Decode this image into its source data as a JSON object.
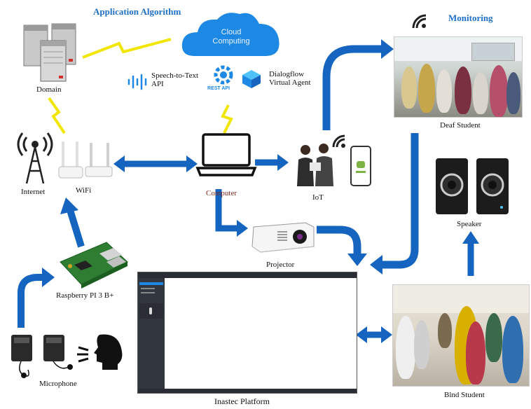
{
  "header": {
    "app_algorithm": "Application Algorithm",
    "monitoring": "Monitoring"
  },
  "cloud": {
    "line1": "Cloud",
    "line2": "Computing"
  },
  "apis": {
    "speech": "Speech-to-Text\nAPI",
    "rest": "REST API",
    "dialogflow": "Dialogflow\nVirtual Agent"
  },
  "nodes": {
    "domain": "Domain",
    "internet": "Internet",
    "wifi": "WiFi",
    "computer": "Computer",
    "iot": "IoT",
    "projector": "Projector",
    "raspberry": "Raspberry PI 3 B+",
    "microphone": "Microphone",
    "platform": "Inastec Platform",
    "deaf": "Deaf Student",
    "blind": "Blnd Student",
    "speaker": "Speaker"
  },
  "colors": {
    "arrow_blue": "#1565c0",
    "accent_blue": "#1f6fc4",
    "cloud_blue": "#1e88e5",
    "lightning": "#f2e600",
    "computer_label": "#7b2d1f"
  },
  "icons": [
    "server-icon",
    "cloud-icon",
    "soundwave-icon",
    "rest-api-icon",
    "dialogflow-icon",
    "antenna-tower-icon",
    "router-icon",
    "laptop-icon",
    "wifi-signal-icon",
    "phone-icon",
    "projector-icon",
    "raspberry-pi-icon",
    "microphone-icon",
    "speech-head-icon",
    "speaker-icon"
  ]
}
